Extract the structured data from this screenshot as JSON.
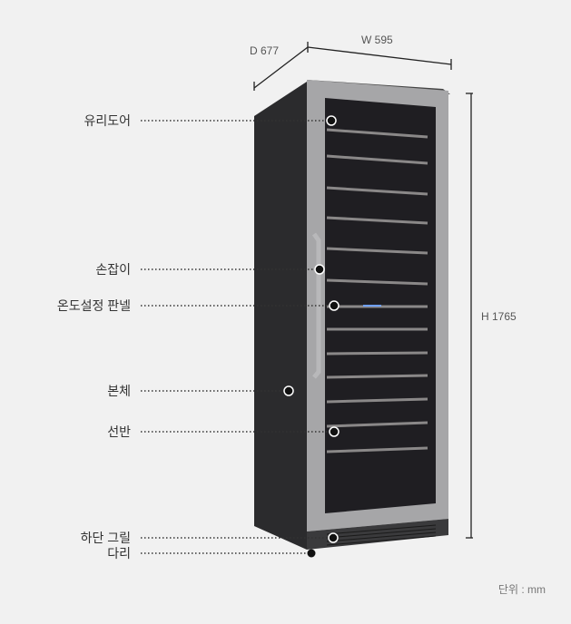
{
  "dimensions": {
    "depth": "D 677",
    "width": "W 595",
    "height": "H 1765"
  },
  "labels": [
    {
      "id": "glass-door",
      "text": "유리도어"
    },
    {
      "id": "handle",
      "text": "손잡이"
    },
    {
      "id": "temp-panel",
      "text": "온도설정 판넬"
    },
    {
      "id": "body",
      "text": "본체"
    },
    {
      "id": "shelf",
      "text": "선반"
    },
    {
      "id": "bottom-grill",
      "text": "하단 그릴"
    },
    {
      "id": "leg",
      "text": "다리"
    }
  ],
  "unit": "단위 : mm",
  "colors": {
    "background": "#f1f1f1",
    "body": "#2b2b2d",
    "frame": "#a9a9ab",
    "glass": "#1f1e22"
  }
}
